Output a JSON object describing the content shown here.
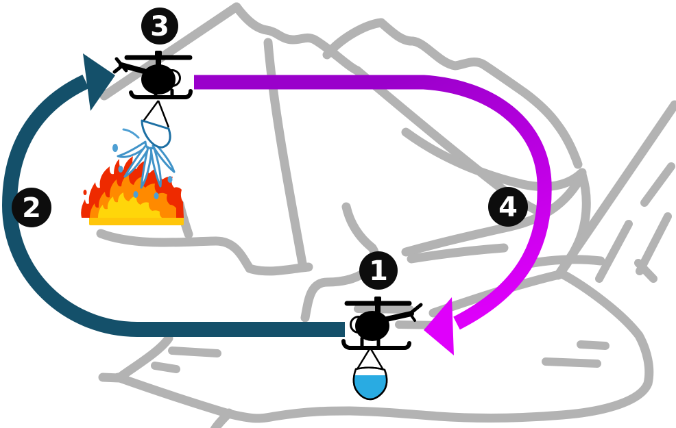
{
  "diagram": {
    "type": "cycle-diagram",
    "steps": [
      {
        "label": "1",
        "name": "helicopter-filling-bucket"
      },
      {
        "label": "2",
        "name": "return-flight-path"
      },
      {
        "label": "3",
        "name": "helicopter-dropping-water"
      },
      {
        "label": "4",
        "name": "outbound-flight-path"
      }
    ],
    "icons": [
      "helicopter-icon",
      "water-bucket-icon",
      "water-splash-icon",
      "fire-icon",
      "mountain-sketch"
    ],
    "colors": {
      "badge_fill": "#0d0d0d",
      "badge_text": "#ffffff",
      "return_path_teal": "#14506a",
      "transit_path_purple": "#9a00cb",
      "transit_arrow_magenta": "#df00fb",
      "sketch_gray": "#b3b3b3",
      "water_cyan": "#29abe2",
      "splash_blue": "#4e9fd3",
      "bucket_outline_blue": "#1c6fa3",
      "fire_red": "#ee2a00",
      "fire_orange": "#ff8a00",
      "fire_yellow": "#ffd60a",
      "fire_gold": "#ffc60a"
    }
  }
}
